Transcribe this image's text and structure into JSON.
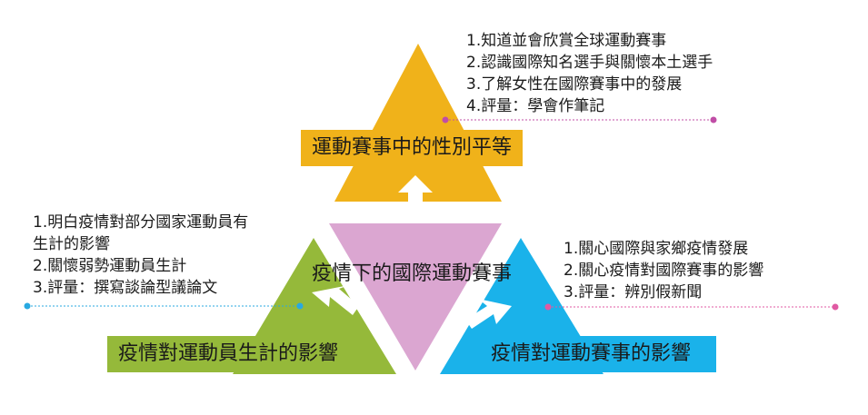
{
  "colors": {
    "top": "#f0b21a",
    "left": "#95b93a",
    "right": "#1ab2ea",
    "center": "#dba6d1",
    "dot_top": "#c04da6",
    "dot_left": "#29a9e1",
    "dot_right": "#e05aa3"
  },
  "center": {
    "title": "疫情下的國際運動賽事"
  },
  "top": {
    "title": "運動賽事中的性別平等",
    "notes": [
      "1.知道並會欣賞全球運動賽事",
      "2.認識國際知名選手與關懷本土選手",
      "3.了解女性在國際賽事中的發展",
      "4.評量：學會作筆記"
    ]
  },
  "left": {
    "title": "疫情對運動員生計的影響",
    "notes": [
      "1.明白疫情對部分國家運動員有",
      "生計的影響",
      "2.關懷弱勢運動員生計",
      "3.評量：撰寫談論型議論文"
    ]
  },
  "right": {
    "title": "疫情對運動賽事的影響",
    "notes": [
      "1.關心國際與家鄉疫情發展",
      "2.關心疫情對國際賽事的影響",
      "3.評量：辨別假新聞"
    ]
  }
}
